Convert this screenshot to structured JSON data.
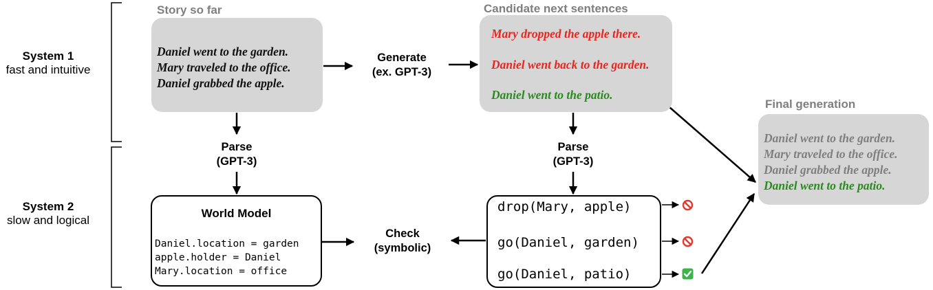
{
  "system1": {
    "title": "System 1",
    "subtitle": "fast and intuitive"
  },
  "system2": {
    "title": "System 2",
    "subtitle": "slow and logical"
  },
  "story": {
    "heading": "Story so far",
    "lines": [
      "Daniel went to the garden.",
      "Mary traveled to the office.",
      "Daniel grabbed the apple."
    ]
  },
  "generate": {
    "line1": "Generate",
    "line2": "(ex. GPT-3)"
  },
  "candidates": {
    "heading": "Candidate next sentences",
    "items": [
      {
        "text": "Mary dropped the apple there.",
        "color": "#e8251f"
      },
      {
        "text": "Daniel went back to the garden.",
        "color": "#e8251f"
      },
      {
        "text": "Daniel went to the patio.",
        "color": "#2a8a1f"
      }
    ]
  },
  "parse_left": {
    "line1": "Parse",
    "line2": "(GPT-3)"
  },
  "parse_right": {
    "line1": "Parse",
    "line2": "(GPT-3)"
  },
  "world_model": {
    "title": "World Model",
    "lines": [
      "Daniel.location = garden",
      "apple.holder = Daniel",
      "Mary.location = office"
    ]
  },
  "check": {
    "line1": "Check",
    "line2": "(symbolic)"
  },
  "parsed": {
    "items": [
      {
        "text": "drop(Mary, apple)",
        "status": "prohibited-icon"
      },
      {
        "text": "go(Daniel, garden)",
        "status": "prohibited-icon"
      },
      {
        "text": "go(Daniel, patio)",
        "status": "check-mark-icon"
      }
    ]
  },
  "final": {
    "heading": "Final generation",
    "lines": [
      {
        "text": "Daniel went to the garden.",
        "color": "#7f7f7f"
      },
      {
        "text": "Mary traveled to the office.",
        "color": "#7f7f7f"
      },
      {
        "text": "Daniel grabbed the apple.",
        "color": "#7f7f7f"
      },
      {
        "text": "Daniel went to the patio.",
        "color": "#2a8a1f"
      }
    ]
  },
  "colors": {
    "box_grey": "#d6d6d6",
    "heading_grey": "#7f7f7f",
    "bad_red": "#e8251f",
    "good_green": "#2a8a1f"
  }
}
